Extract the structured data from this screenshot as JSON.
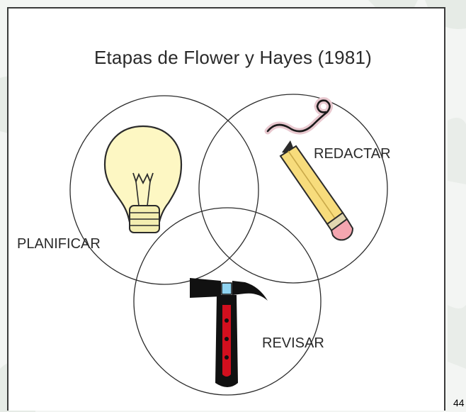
{
  "diagram": {
    "title": "Etapas de Flower y Hayes (1981)",
    "stages": [
      {
        "label": "PLANIFICAR",
        "icon": "lightbulb-icon"
      },
      {
        "label": "REDACTAR",
        "icon": "pencil-icon"
      },
      {
        "label": "REVISAR",
        "icon": "hammer-icon"
      }
    ]
  },
  "page": {
    "number": "44"
  },
  "colors": {
    "bulb_fill": "#fdf7c3",
    "bulb_base": "#f4eeb0",
    "pencil_body": "#f7dc7c",
    "pencil_eraser": "#f4a6b0",
    "hammer_handle": "#d20f1e",
    "hammer_head": "#111111",
    "hammer_ferrule": "#8fd3f0",
    "squiggle_shadow": "#e8c8cf"
  }
}
